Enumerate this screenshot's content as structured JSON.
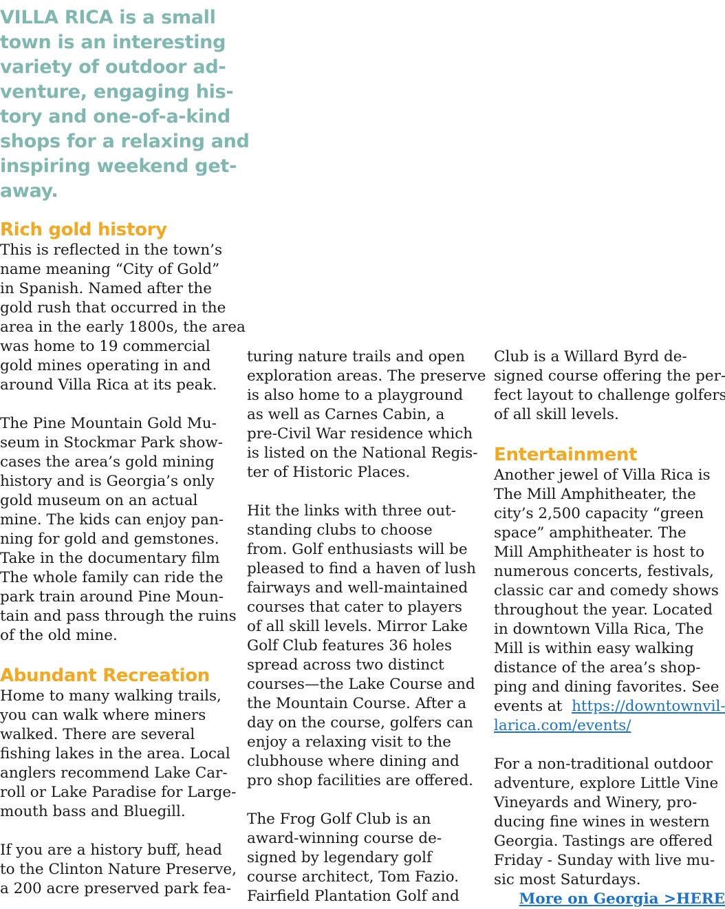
{
  "intro": [
    "VILLA RICA is a small",
    "town is an interesting",
    "variety of outdoor ad-",
    "venture, engaging his-",
    "tory and one-of-a-kind",
    "shops for a relaxing and",
    "inspiring weekend get-",
    "away."
  ],
  "sections": {
    "gold": {
      "heading": "Rich gold history",
      "p1": [
        "This is reflected in the town’s",
        "name meaning “City of Gold”",
        "in Spanish. Named after the",
        "gold rush that occurred in the",
        "area in the early 1800s, the area",
        "was home to 19 commercial",
        "gold mines operating in and",
        "around Villa Rica at its peak."
      ],
      "p2": [
        "The Pine Mountain Gold Mu-",
        "seum in Stockmar Park  show-",
        "cases the area’s gold mining",
        "history and is Georgia’s only",
        "gold museum on an actual",
        "mine. The kids can enjoy pan-",
        "ning for gold and gemstones.",
        "Take in the documentary film",
        "The whole family can ride the",
        "park train around Pine Moun-",
        "tain and pass through the ruins",
        "of the old mine."
      ]
    },
    "recreation": {
      "heading": "Abundant Recreation",
      "p1": [
        "Home to many walking trails,",
        "you can walk where miners",
        "walked. There are several",
        "fishing lakes in the area. Local",
        "anglers recommend Lake Car-",
        "roll or Lake Paradise for Large-",
        "mouth bass and Bluegill."
      ],
      "p2": [
        "If you are a history buff, head",
        "to the Clinton Nature Preserve,",
        "a 200 acre preserved park fea-"
      ],
      "p2_cont": [
        "turing nature trails and open",
        "exploration areas. The preserve",
        "is also home to a playground",
        "as well as Carnes Cabin, a",
        "pre-Civil War residence which",
        "is listed on the National Regis-",
        "ter of Historic Places."
      ],
      "p3": [
        "Hit the links with three out-",
        "standing clubs to choose",
        "from. Golf enthusiasts will be",
        "pleased to find a haven of lush",
        "fairways and well-maintained",
        "courses that cater to players",
        "of all skill levels. Mirror Lake",
        "Golf Club features 36 holes",
        "spread across two distinct",
        "courses—the Lake Course and",
        "the Mountain Course. After a",
        "day on the course, golfers can",
        "enjoy a relaxing visit to the",
        "clubhouse where dining and",
        "pro shop facilities are offered."
      ],
      "p4": [
        "The Frog Golf Club is an",
        "award-winning course de-",
        "signed by legendary golf",
        "course architect, Tom Fazio.",
        "Fairfield Plantation Golf and"
      ],
      "p4_cont": [
        "Club is a Willard Byrd de-",
        "signed course offering the per-",
        "fect layout to challenge golfers",
        "of all skill levels."
      ]
    },
    "entertainment": {
      "heading": "Entertainment",
      "p1": [
        "Another jewel of Villa Rica is",
        "The Mill Amphitheater, the",
        "city’s 2,500 capacity “green",
        "space” amphitheater. The",
        "Mill Amphitheater is host to",
        "numerous concerts, festivals,",
        "classic car and comedy shows",
        "throughout the year. Located",
        "in downtown Villa Rica, The",
        "Mill is within easy walking",
        "distance of the area’s shop-",
        "ping and dining favorites. See"
      ],
      "p1_link_prefix": "events at  ",
      "p1_link_1": "https://downtownvil-",
      "p1_link_2": "larica.com/events/",
      "p2": [
        "For a non-traditional outdoor",
        "adventure, explore Little Vine",
        "Vineyards and Winery, pro-",
        "ducing fine wines in western",
        "Georgia. Tastings are offered",
        "Friday - Sunday with live mu-",
        "sic most Saturdays."
      ],
      "more_link": "More on Georgia >HERE"
    }
  },
  "colors": {
    "intro": "#7fb8b0",
    "heading": "#f3a821",
    "link": "#1a73c8",
    "body": "#1a1a1a"
  }
}
